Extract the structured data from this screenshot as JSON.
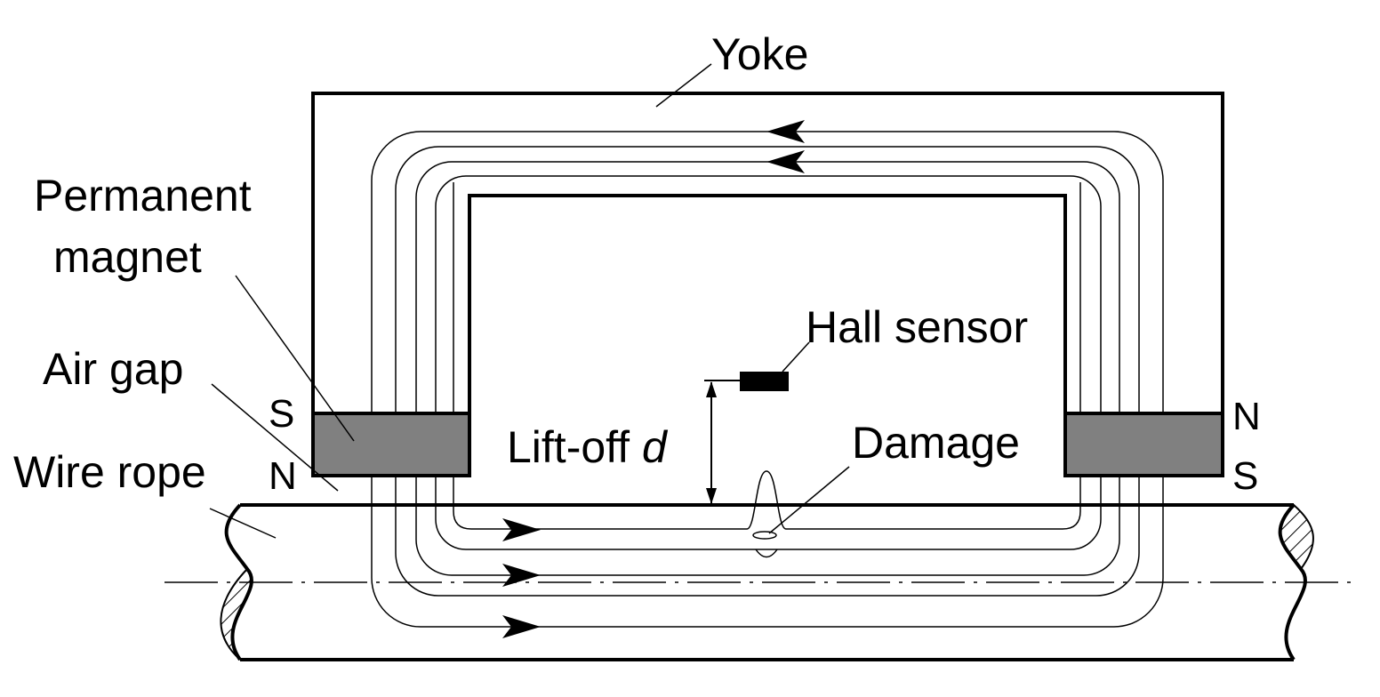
{
  "labels": {
    "yoke": "Yoke",
    "permanent_magnet_line1": "Permanent",
    "permanent_magnet_line2": "magnet",
    "air_gap": "Air gap",
    "wire_rope": "Wire rope",
    "hall_sensor": "Hall sensor",
    "lift_off": "Lift-off ",
    "lift_off_symbol": "d",
    "damage": "Damage"
  },
  "poles": {
    "left_top": "S",
    "left_bottom": "N",
    "right_top": "N",
    "right_bottom": "S"
  },
  "colors": {
    "line": "#000000",
    "magnet_fill": "#808080",
    "background": "#ffffff"
  }
}
